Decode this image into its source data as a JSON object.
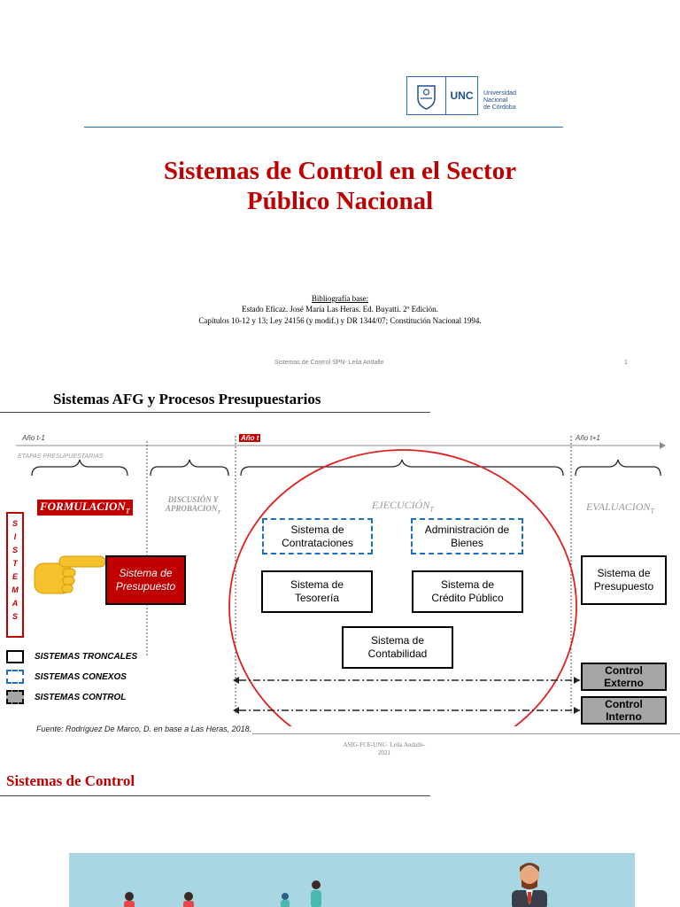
{
  "slide1": {
    "logo": {
      "abbr": "UNC",
      "line1": "Universidad",
      "line2": "Nacional",
      "line3": "de Córdoba"
    },
    "title_line1": "Sistemas de Control en el Sector",
    "title_line2": "Público Nacional",
    "biblio_heading": "Bibliografía base:",
    "biblio_line1": "Estado Eficaz. José María Las Heras. Ed. Buyatti. 2º Edición.",
    "biblio_line2": "Capítulos 10-12 y 13; Ley 24156 (y modif.) y DR 1344/07; Constitución Nacional 1994.",
    "footer": "Sistemas de Control SPN- Leila Andalle",
    "page_number": "1"
  },
  "slide2": {
    "heading": "Sistemas AFG y Procesos Presupuestarios",
    "timeline": {
      "prev": "Año t-1",
      "current": "Año t",
      "next": "Año t+1"
    },
    "etapas_label": "ETAPAS PRESUPUESTARIAS",
    "stages": {
      "formulacion": "FORMULACION",
      "discusion_1": "DISCUSIÓN Y",
      "discusion_2": "APROBACION",
      "ejecucion": "EJECUCIÓN",
      "evaluacion": "EVALUACION",
      "subscript": "T"
    },
    "vertical_word": [
      "S",
      "I",
      "S",
      "T",
      "E",
      "M",
      "A",
      "S"
    ],
    "boxes": {
      "presupuesto_left": [
        "Sistema de",
        "Presupuesto"
      ],
      "contrataciones": [
        "Sistema de",
        "Contrataciones"
      ],
      "administracion": [
        "Administración de",
        "Bienes"
      ],
      "tesoreria": [
        "Sistema de",
        "Tesorería"
      ],
      "credito": [
        "Sistema de",
        "Crédito Público"
      ],
      "contabilidad": [
        "Sistema de",
        "Contabilidad"
      ],
      "presupuesto_right": [
        "Sistema de",
        "Presupuesto"
      ],
      "control_externo": [
        "Control",
        "Externo"
      ],
      "control_interno": [
        "Control",
        "Interno"
      ]
    },
    "legend": {
      "troncales": "SISTEMAS TRONCALES",
      "conexos": "SISTEMAS CONEXOS",
      "control": "SISTEMAS CONTROL"
    },
    "source": "Fuente: Rodríguez De Marco, D. en base a Las Heras, 2018.",
    "footer_line1": "ASIG-FCE-UNC- Leila Andalle-",
    "footer_line2": "2021",
    "colors": {
      "accent_red": "#c00000",
      "dash_blue": "#1f6fc1",
      "gray": "#a6a6a6"
    }
  },
  "slide3": {
    "heading": "Sistemas de Control",
    "illustration_bg": "#a8d6e3"
  }
}
